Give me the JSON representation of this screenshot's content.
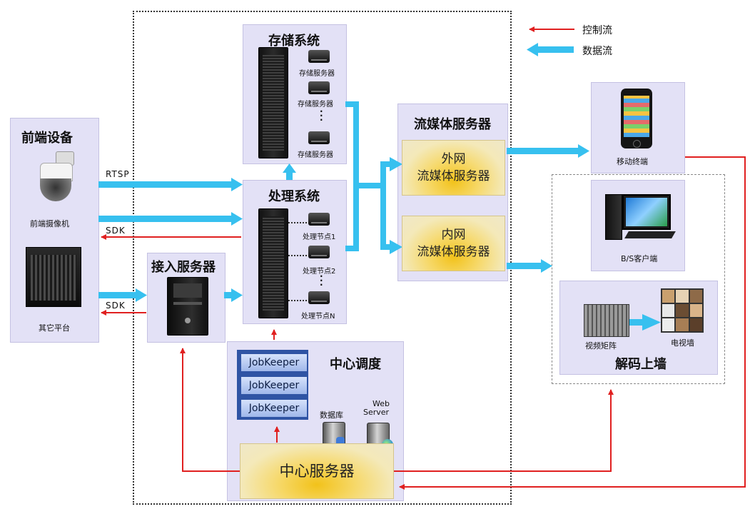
{
  "legend": {
    "control": "控制流",
    "data": "数据流"
  },
  "front": {
    "title": "前端设备",
    "camera": "前端摄像机",
    "other": "其它平台"
  },
  "flows": {
    "rtsp": "RTSP",
    "sdk1": "SDK",
    "sdk2": "SDK"
  },
  "storage": {
    "title": "存储系统",
    "servers": [
      "存储服务器",
      "存储服务器",
      "存储服务器"
    ]
  },
  "processing": {
    "title": "处理系统",
    "nodes": [
      "处理节点1",
      "处理节点2",
      "处理节点N"
    ]
  },
  "access": {
    "title": "接入服务器"
  },
  "streaming": {
    "title": "流媒体服务器",
    "ext_line1": "外网",
    "ext_line2": "流媒体服务器",
    "int_line1": "内网",
    "int_line2": "流媒体服务器"
  },
  "center": {
    "title": "中心调度",
    "jobkeepers": [
      "JobKeeper",
      "JobKeeper",
      "JobKeeper"
    ],
    "db": "数据库",
    "web_line1": "Web",
    "web_line2": "Server",
    "server": "中心服务器"
  },
  "clients": {
    "mobile": "移动终端",
    "bs": "B/S客户端",
    "matrix": "视频矩阵",
    "tvwall": "电视墙",
    "decode": "解码上墙"
  },
  "colors": {
    "control": "#e02020",
    "data": "#37c0ef",
    "panel": "#e3e1f6",
    "gold": "#f2c21a"
  }
}
